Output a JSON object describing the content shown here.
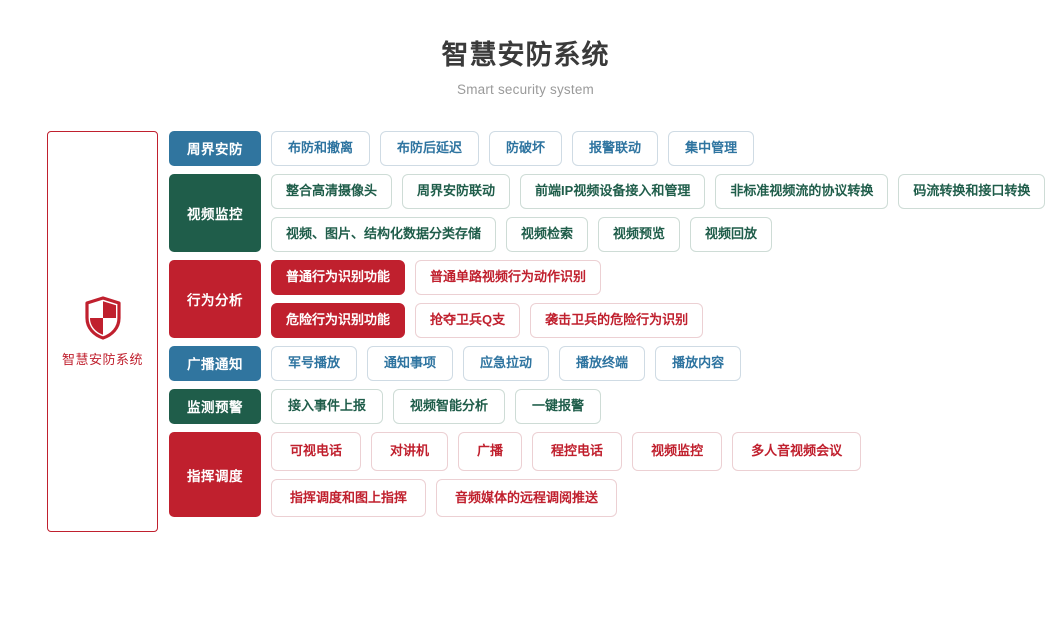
{
  "header": {
    "title": "智慧安防系统",
    "subtitle": "Smart security system"
  },
  "root": {
    "label": "智慧安防系统",
    "icon": "shield-icon",
    "color": "#c0202e"
  },
  "colors": {
    "blue": "#30759f",
    "green": "#1f5d4a",
    "red": "#c0202e",
    "title": "#3a3a3a",
    "subtitle": "#9a9a9a"
  },
  "categories": [
    {
      "label": "周界安防",
      "theme": "blue",
      "rows": [
        [
          {
            "label": "布防和撤离",
            "filled": false
          },
          {
            "label": "布防后延迟",
            "filled": false
          },
          {
            "label": "防破坏",
            "filled": false
          },
          {
            "label": "报警联动",
            "filled": false
          },
          {
            "label": "集中管理",
            "filled": false
          }
        ]
      ]
    },
    {
      "label": "视频监控",
      "theme": "green",
      "rows": [
        [
          {
            "label": "整合高清摄像头",
            "filled": false
          },
          {
            "label": "周界安防联动",
            "filled": false
          },
          {
            "label": "前端IP视频设备接入和管理",
            "filled": false
          },
          {
            "label": "非标准视频流的协议转换",
            "filled": false
          },
          {
            "label": "码流转换和接口转换",
            "filled": false
          }
        ],
        [
          {
            "label": "视频、图片、结构化数据分类存储",
            "filled": false
          },
          {
            "label": "视频检索",
            "filled": false
          },
          {
            "label": "视频预览",
            "filled": false
          },
          {
            "label": "视频回放",
            "filled": false
          }
        ]
      ]
    },
    {
      "label": "行为分析",
      "theme": "red",
      "rows": [
        [
          {
            "label": "普通行为识别功能",
            "filled": true
          },
          {
            "label": "普通单路视频行为动作识别",
            "filled": false
          }
        ],
        [
          {
            "label": "危险行为识别功能",
            "filled": true
          },
          {
            "label": "抢夺卫兵Q支",
            "filled": false
          },
          {
            "label": "袭击卫兵的危险行为识别",
            "filled": false
          }
        ]
      ]
    },
    {
      "label": "广播通知",
      "theme": "blue",
      "rows": [
        [
          {
            "label": "军号播放",
            "filled": false
          },
          {
            "label": "通知事项",
            "filled": false
          },
          {
            "label": "应急拉动",
            "filled": false
          },
          {
            "label": "播放终端",
            "filled": false
          },
          {
            "label": "播放内容",
            "filled": false
          }
        ]
      ]
    },
    {
      "label": "监测预警",
      "theme": "green",
      "rows": [
        [
          {
            "label": "接入事件上报",
            "filled": false
          },
          {
            "label": "视频智能分析",
            "filled": false
          },
          {
            "label": "一键报警",
            "filled": false
          }
        ]
      ]
    },
    {
      "label": "指挥调度",
      "theme": "red",
      "rows": [
        [
          {
            "label": "可视电话",
            "filled": false
          },
          {
            "label": "对讲机",
            "filled": false
          },
          {
            "label": "广播",
            "filled": false
          },
          {
            "label": "程控电话",
            "filled": false
          },
          {
            "label": "视频监控",
            "filled": false
          },
          {
            "label": "多人音视频会议",
            "filled": false
          }
        ],
        [
          {
            "label": "指挥调度和图上指挥",
            "filled": false
          },
          {
            "label": "音频媒体的远程调阅推送",
            "filled": false
          }
        ]
      ]
    }
  ]
}
